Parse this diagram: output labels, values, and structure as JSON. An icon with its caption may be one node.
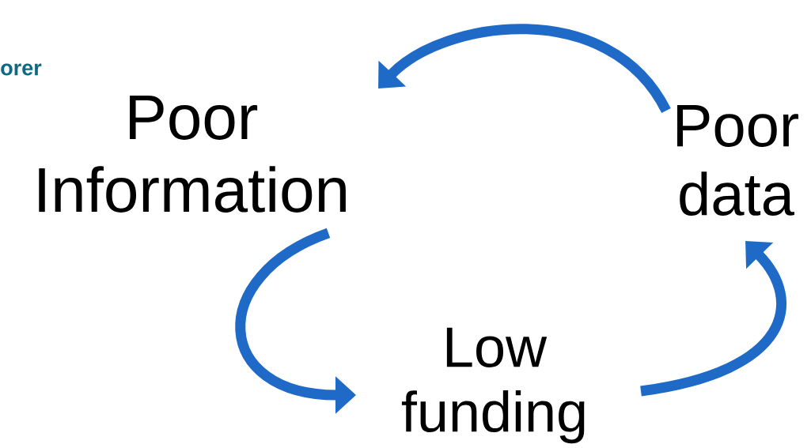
{
  "diagram": {
    "nodes": [
      {
        "text": [
          "Poor Information"
        ]
      },
      {
        "text": [
          "Poor data"
        ]
      },
      {
        "text": [
          "Low funding"
        ]
      }
    ],
    "edges": [
      {
        "from": 1,
        "to": 0,
        "arrow": "to"
      },
      {
        "from": 0,
        "to": 2,
        "arrow": "to"
      },
      {
        "from": 2,
        "to": 1,
        "arrow": "to"
      }
    ],
    "labels": [
      "orer"
    ]
  }
}
